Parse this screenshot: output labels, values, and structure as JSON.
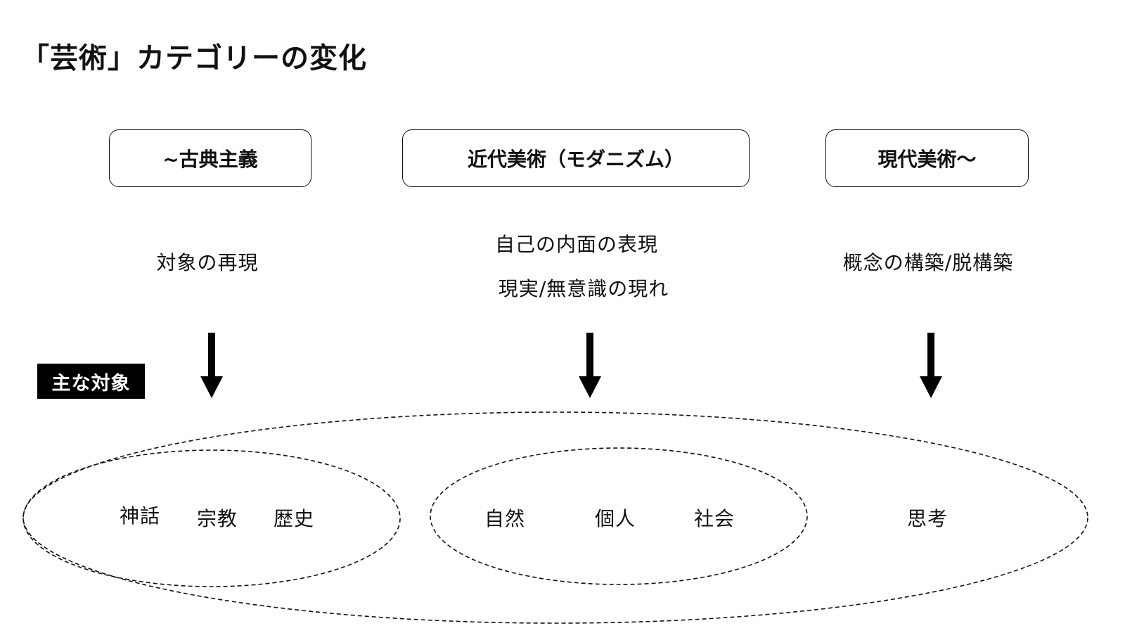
{
  "title": "「芸術」カテゴリーの変化",
  "eras": [
    {
      "label": "~古典主義",
      "descriptions": [
        "対象の再現"
      ]
    },
    {
      "label": "近代美術（モダニズム）",
      "descriptions": [
        "自己の内面の表現",
        "現実/無意識の現れ"
      ]
    },
    {
      "label": "現代美術〜",
      "descriptions": [
        "概念の構築/脱構築"
      ]
    }
  ],
  "subjects_label": "主な対象",
  "subjects": {
    "classical": [
      "神話",
      "宗教",
      "歴史"
    ],
    "modern": [
      "自然",
      "個人",
      "社会"
    ],
    "contemporary": [
      "思考"
    ]
  },
  "colors": {
    "text": "#111111",
    "label_bg": "#000000",
    "label_text": "#ffffff",
    "background": "#ffffff"
  }
}
